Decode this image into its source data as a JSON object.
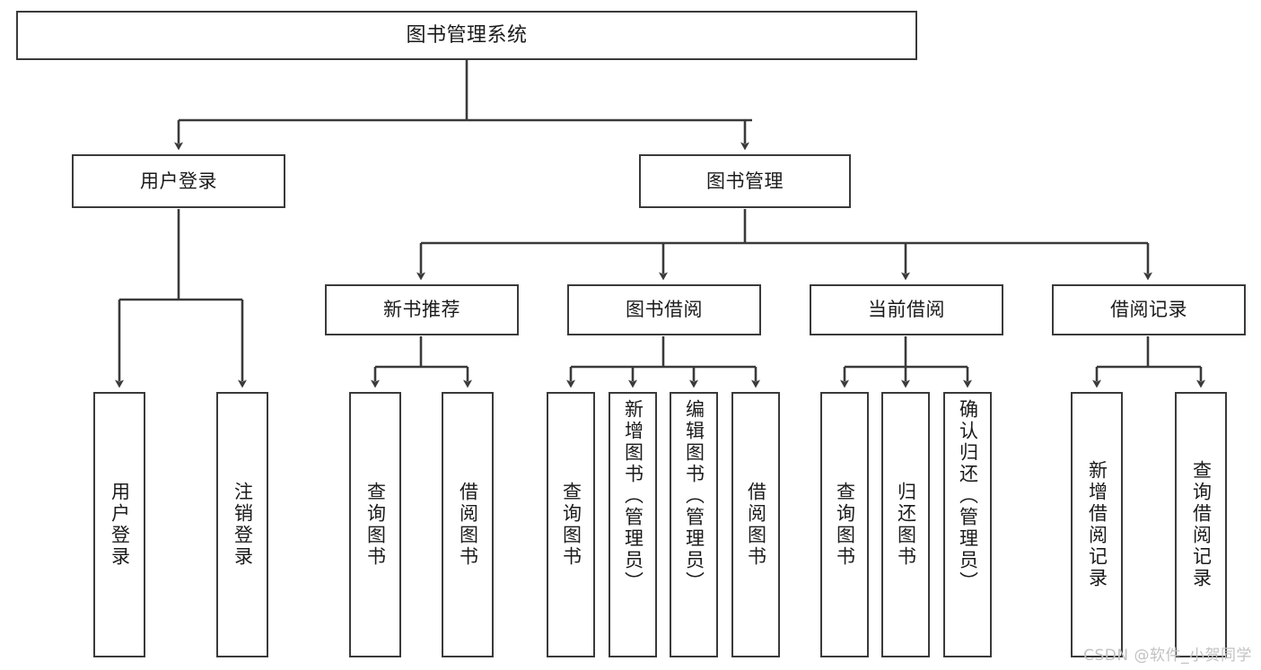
{
  "diagram": {
    "title": "图书管理系统",
    "type": "tree",
    "background_color": "#ffffff",
    "line_color": "#3a3a3a",
    "box_border_color": "#3a3a3a",
    "text_color": "#1b1b1b",
    "nodes": {
      "root": {
        "label": "图书管理系统"
      },
      "level1": [
        {
          "label": "用户登录"
        },
        {
          "label": "图书管理"
        }
      ],
      "level2": [
        {
          "label": "新书推荐"
        },
        {
          "label": "图书借阅"
        },
        {
          "label": "当前借阅"
        },
        {
          "label": "借阅记录"
        }
      ],
      "leaves": {
        "user_login": [
          {
            "label": "用户登录"
          },
          {
            "label": "注销登录"
          }
        ],
        "new_book_recommend": [
          {
            "label": "查询图书"
          },
          {
            "label": "借阅图书"
          }
        ],
        "book_borrow": [
          {
            "label": "查询图书"
          },
          {
            "label": "新增图书（管理员）"
          },
          {
            "label": "编辑图书（管理员）"
          },
          {
            "label": "借阅图书"
          }
        ],
        "current_borrow": [
          {
            "label": "查询图书"
          },
          {
            "label": "归还图书"
          },
          {
            "label": "确认归还（管理员）"
          }
        ],
        "borrow_record": [
          {
            "label": "新增借阅记录"
          },
          {
            "label": "查询借阅记录"
          }
        ]
      }
    }
  },
  "watermark": {
    "text": "CSDN @软件_小贺同学"
  }
}
